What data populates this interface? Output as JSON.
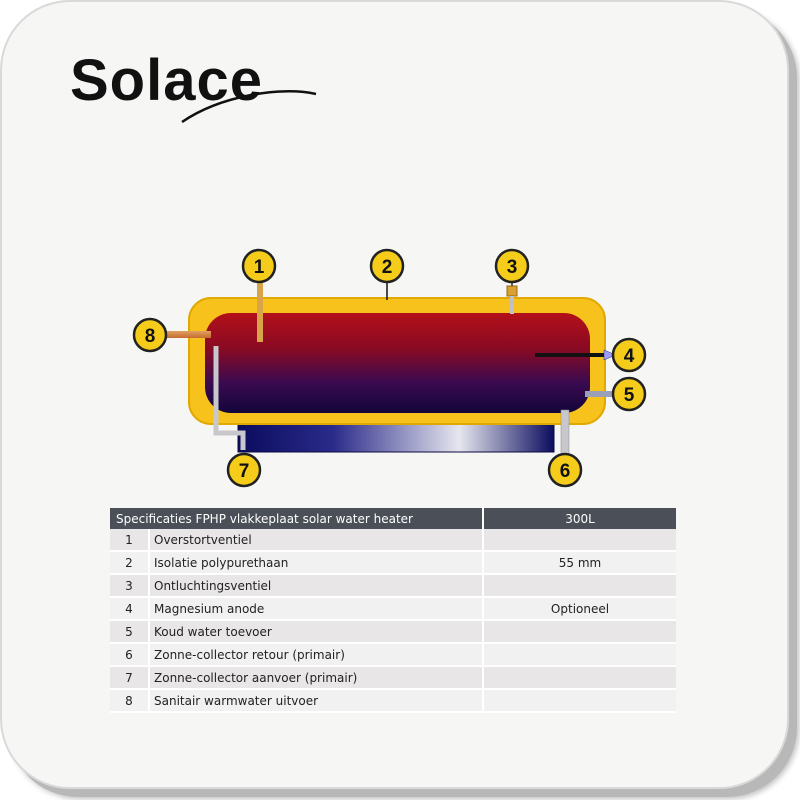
{
  "brand": {
    "logo_text": "Solace"
  },
  "diagram": {
    "callouts": [
      "1",
      "2",
      "3",
      "4",
      "5",
      "6",
      "7",
      "8"
    ]
  },
  "table": {
    "header_label": "Specificaties FPHP vlakkeplaat solar water heater",
    "header_value": "300L",
    "rows": [
      {
        "num": "1",
        "name": "Overstortventiel",
        "value": ""
      },
      {
        "num": "2",
        "name": "Isolatie polypurethaan",
        "value": "55 mm"
      },
      {
        "num": "3",
        "name": "Ontluchtingsventiel",
        "value": ""
      },
      {
        "num": "4",
        "name": "Magnesium anode",
        "value": "Optioneel"
      },
      {
        "num": "5",
        "name": "Koud water toevoer",
        "value": ""
      },
      {
        "num": "6",
        "name": "Zonne-collector retour (primair)",
        "value": ""
      },
      {
        "num": "7",
        "name": "Zonne-collector aanvoer (primair)",
        "value": ""
      },
      {
        "num": "8",
        "name": "Sanitair warmwater uitvoer",
        "value": ""
      }
    ]
  }
}
